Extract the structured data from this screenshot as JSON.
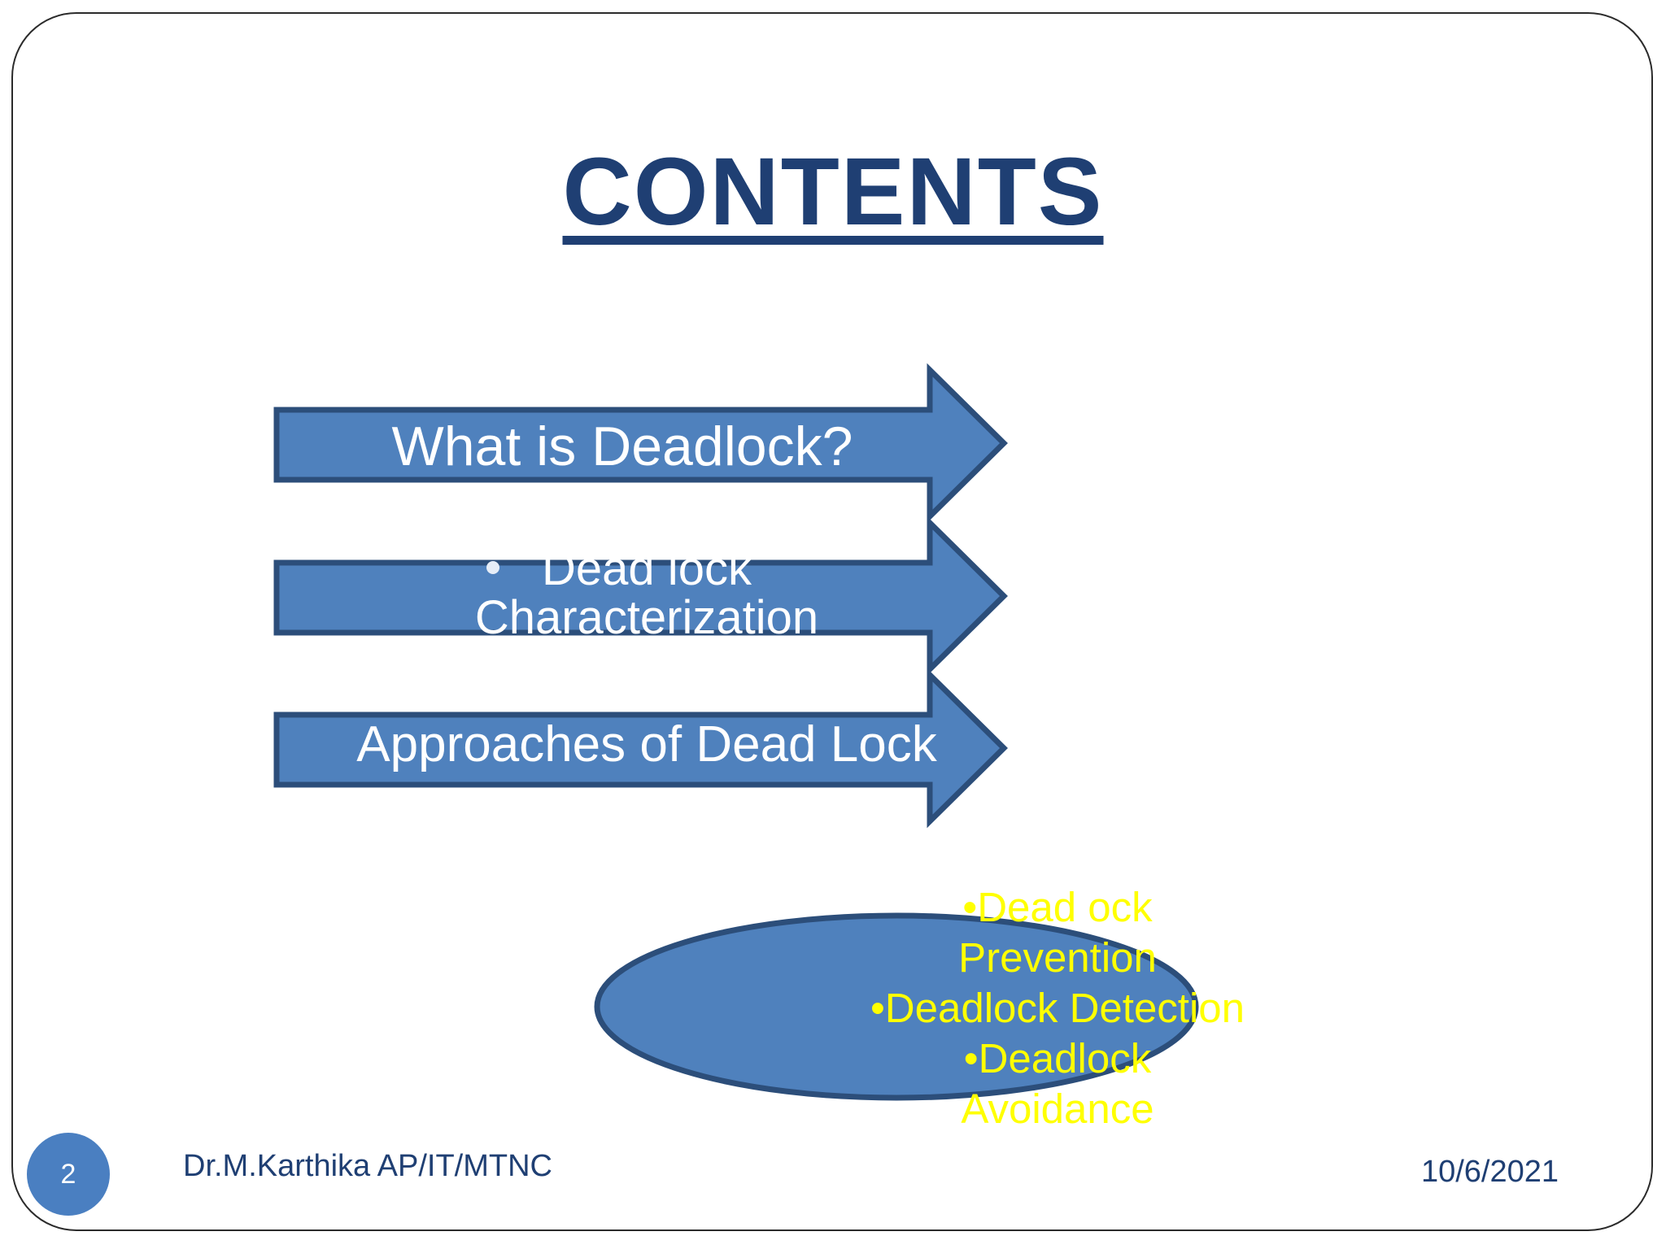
{
  "slide": {
    "title": "CONTENTS",
    "arrows": [
      {
        "label": "What is Deadlock?"
      },
      {
        "label_line1": "Dead lock",
        "label_line2": "Characterization"
      },
      {
        "label": "Approaches of Dead Lock"
      }
    ],
    "oval": {
      "lines": [
        "•Dead ock",
        "Prevention",
        "•Deadlock Detection",
        "•Deadlock",
        "Avoidance"
      ]
    },
    "footer": {
      "page_number": "2",
      "author": "Dr.M.Karthika AP/IT/MTNC",
      "date": "10/6/2021"
    }
  },
  "colors": {
    "title": "#1f3f73",
    "shape_fill": "#4f81bd",
    "shape_border": "#2c4e7a",
    "arrow_text": "#ffffff",
    "oval_text": "#ffff00",
    "page_circle": "#4a7fc1"
  }
}
